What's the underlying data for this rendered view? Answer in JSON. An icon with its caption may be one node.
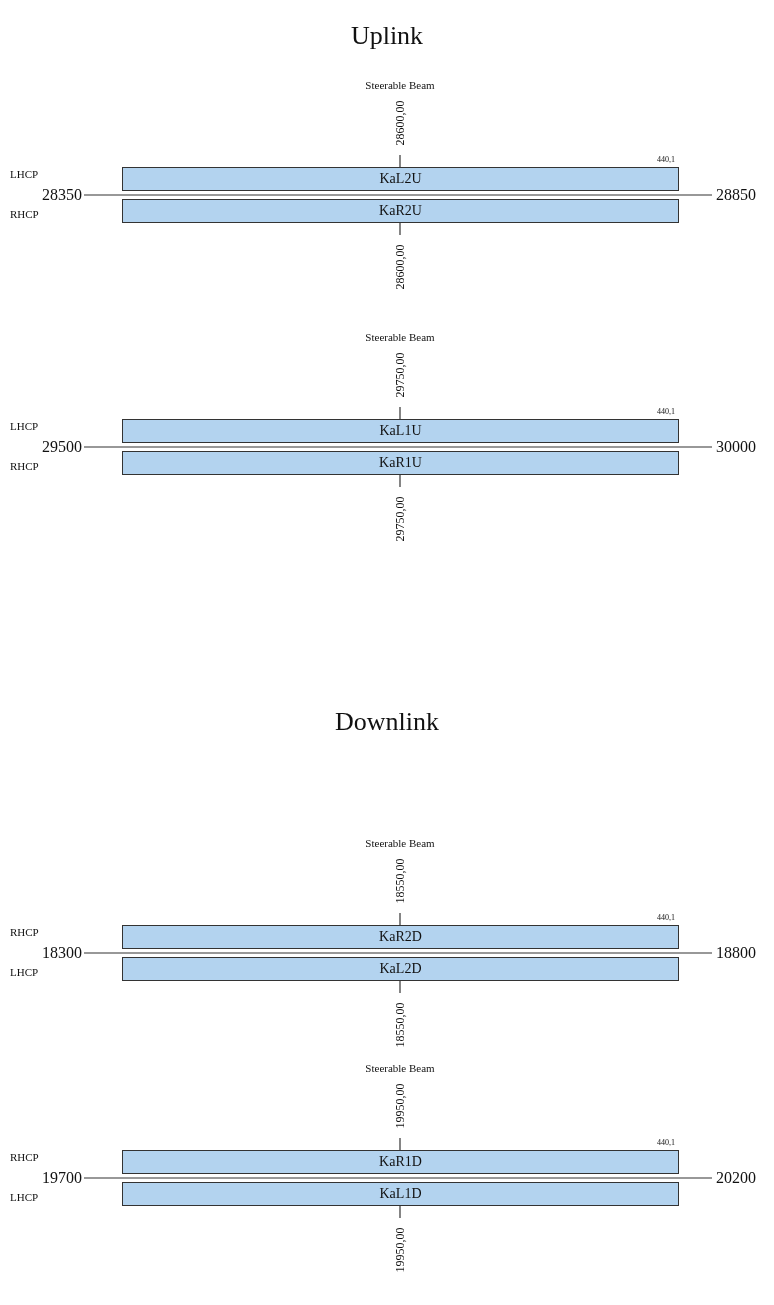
{
  "diagram": {
    "nodes": [
      {
        "text": [
          "KaL2U"
        ],
        "beside": [
          "28600,00",
          "440,1"
        ]
      },
      {
        "text": [
          "KaR2U"
        ],
        "beside": [
          "28600,00"
        ]
      },
      {
        "text": [
          "KaL1U"
        ],
        "beside": [
          "29750,00",
          "440,1"
        ]
      },
      {
        "text": [
          "KaR1U"
        ],
        "beside": [
          "29750,00"
        ]
      },
      {
        "text": [
          "KaR2D"
        ],
        "beside": [
          "18550,00",
          "440,1"
        ]
      },
      {
        "text": [
          "KaL2D"
        ],
        "beside": [
          "18550,00"
        ]
      },
      {
        "text": [
          "KaR1D"
        ],
        "beside": [
          "19950,00",
          "440,1"
        ]
      },
      {
        "text": [
          "KaL1D"
        ],
        "beside": [
          "19950,00"
        ]
      }
    ],
    "labels": [
      "Uplink",
      "Steerable Beam",
      "LHCP",
      "28350",
      "28850",
      "RHCP",
      "Steerable Beam",
      "LHCP",
      "29500",
      "30000",
      "RHCP",
      "Downlink",
      "Steerable Beam",
      "RHCP",
      "18300",
      "18800",
      "LHCP",
      "Steerable Beam",
      "RHCP",
      "19700",
      "20200",
      "LHCP"
    ]
  }
}
